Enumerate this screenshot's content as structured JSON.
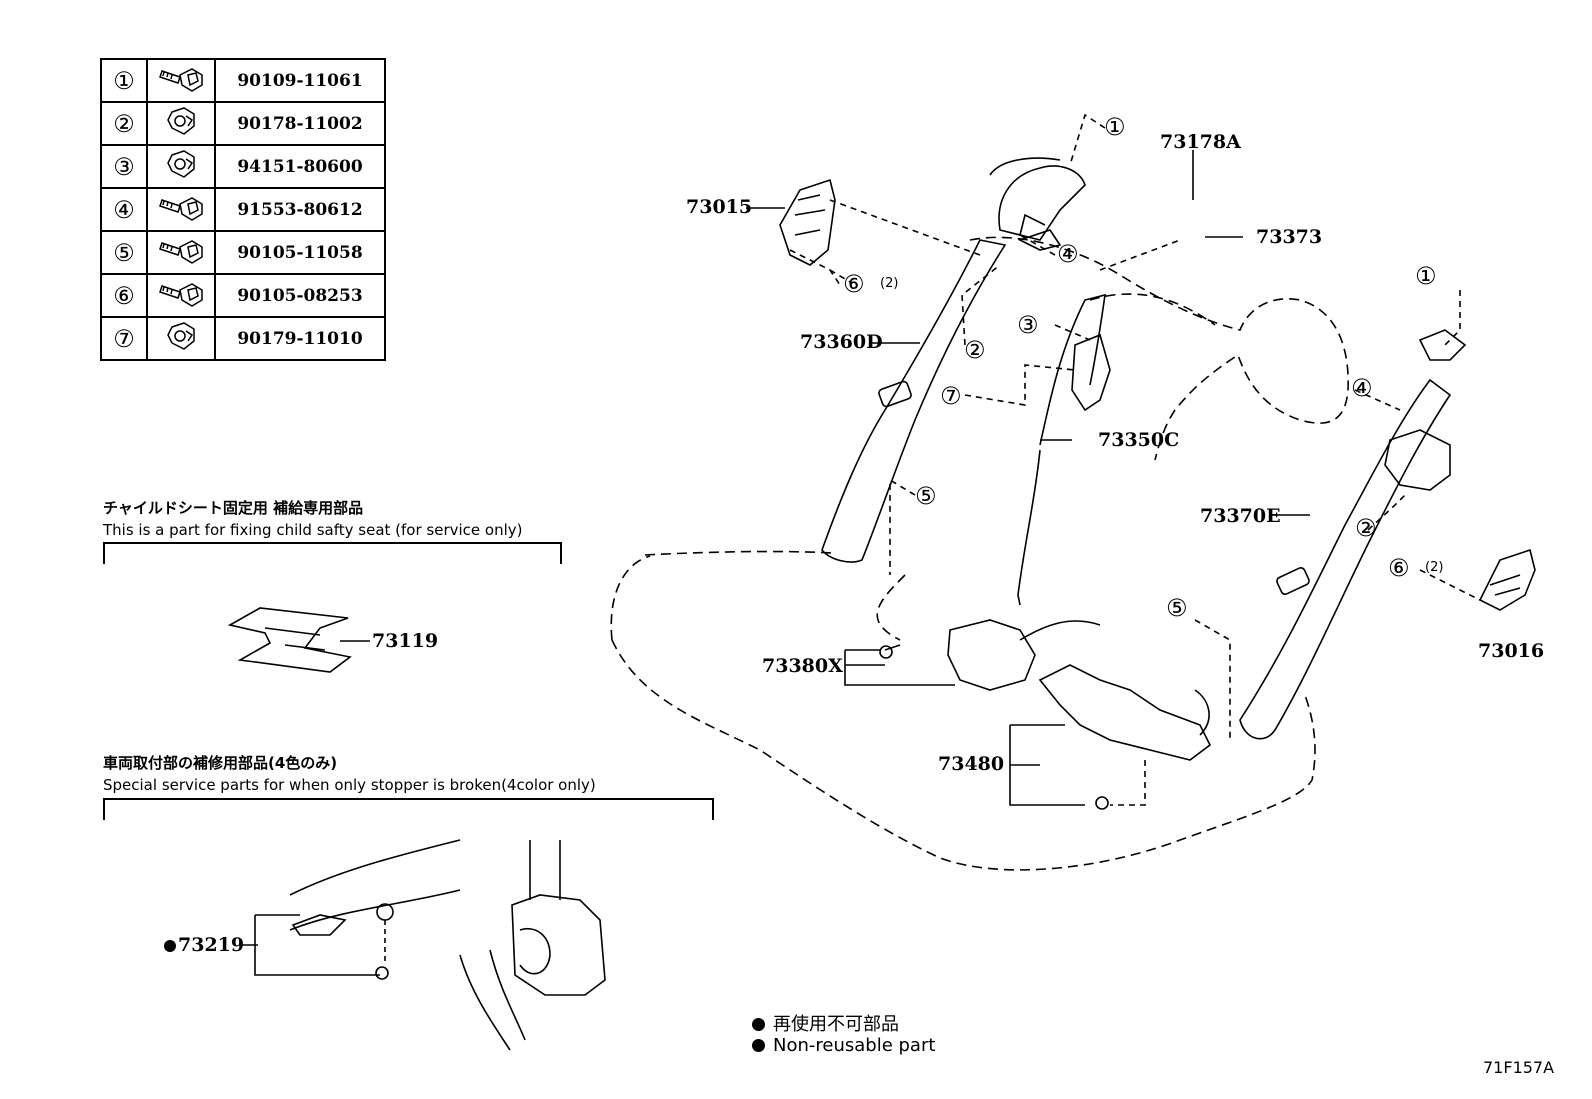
{
  "fastener_table": [
    {
      "index": "①",
      "icon": "bolt-icon",
      "part": "90109-11061"
    },
    {
      "index": "②",
      "icon": "nut-icon",
      "part": "90178-11002"
    },
    {
      "index": "③",
      "icon": "nut-icon",
      "part": "94151-80600"
    },
    {
      "index": "④",
      "icon": "bolt-icon",
      "part": "91553-80612"
    },
    {
      "index": "⑤",
      "icon": "bolt-icon",
      "part": "90105-11058"
    },
    {
      "index": "⑥",
      "icon": "bolt-icon",
      "part": "90105-08253"
    },
    {
      "index": "⑦",
      "icon": "nut-icon",
      "part": "90179-11010"
    }
  ],
  "child_seat_note": {
    "jp": "チャイルドシート固定用 補給専用部品",
    "en": "This is a part for fixing child safty seat (for service only)",
    "part": "73119"
  },
  "stopper_note": {
    "jp": "車両取付部の補修用部品(4色のみ)",
    "en": "Special service parts for when only stopper is broken(4color only)",
    "part": "73219"
  },
  "callouts": {
    "p73015": "73015",
    "p73360D": "73360D",
    "p73178A": "73178A",
    "p73373": "73373",
    "p73350C": "73350C",
    "p73370E": "73370E",
    "p73016": "73016",
    "p73380X": "73380X",
    "p73480": "73480",
    "qty2a": "(2)",
    "qty2b": "(2)",
    "c1a": "①",
    "c1b": "①",
    "c2a": "②",
    "c2b": "②",
    "c3": "③",
    "c4a": "④",
    "c4b": "④",
    "c5a": "⑤",
    "c5b": "⑤",
    "c6a": "⑥",
    "c6b": "⑥",
    "c7": "⑦"
  },
  "key": {
    "jp": "再使用不可部品",
    "en": "Non-reusable part"
  },
  "illustration_id": "71F157A"
}
